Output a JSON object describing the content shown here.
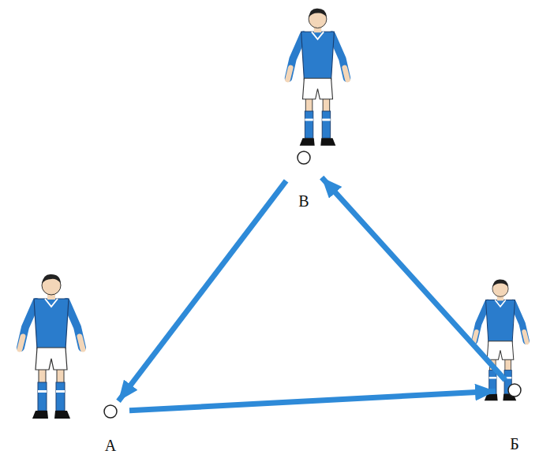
{
  "diagram": {
    "nodes": [
      {
        "text": [
          "В"
        ]
      },
      {
        "text": [
          "А"
        ]
      },
      {
        "text": [
          "Б"
        ]
      }
    ],
    "edges": [
      {
        "from": 1,
        "to": 2,
        "arrow": "to"
      },
      {
        "from": 2,
        "to": 0,
        "arrow": "to"
      },
      {
        "from": 0,
        "to": 1,
        "arrow": "to"
      }
    ]
  }
}
